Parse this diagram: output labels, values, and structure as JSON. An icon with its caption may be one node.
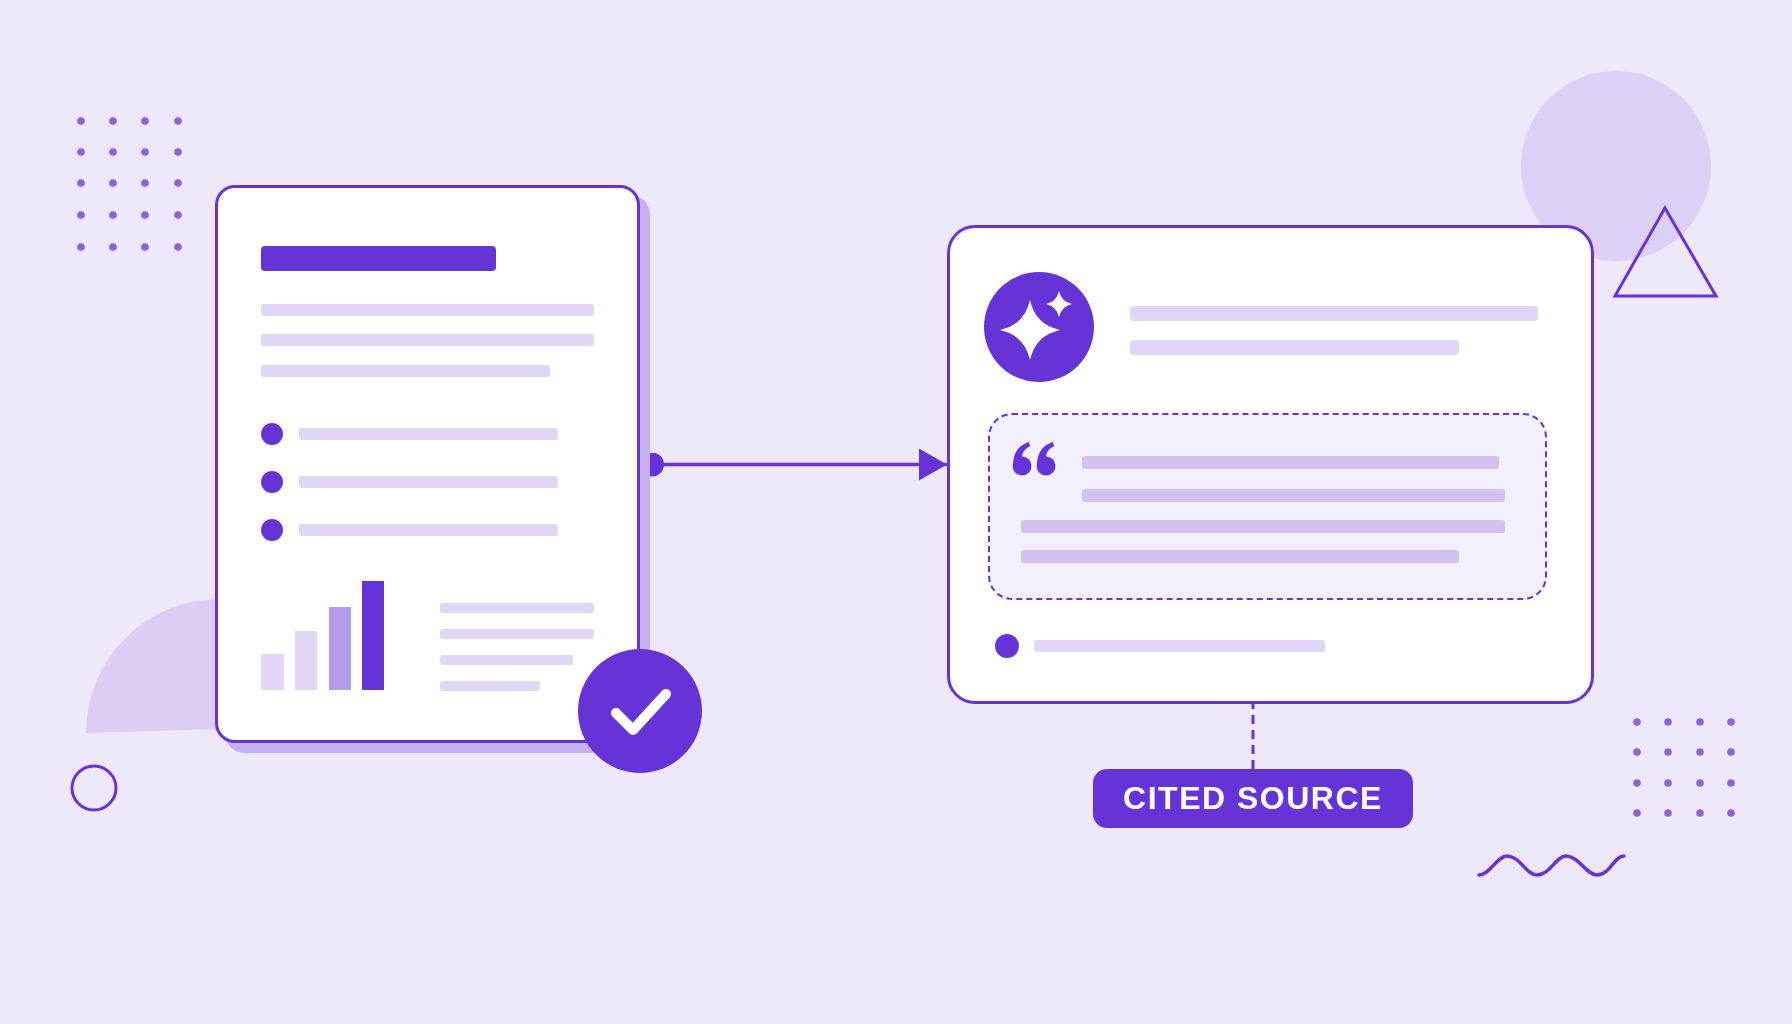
{
  "diagram": {
    "nodes": [
      {
        "text": [],
        "shape": "picture"
      },
      {
        "text": [],
        "shape": "picture"
      },
      {
        "text": [
          "CITED SOURCE"
        ]
      }
    ],
    "edges": [
      {
        "from": 0,
        "to": 1,
        "arrow": "to"
      },
      {
        "from": 2,
        "to": 1,
        "arrow": "none",
        "style": "dashed"
      }
    ]
  }
}
